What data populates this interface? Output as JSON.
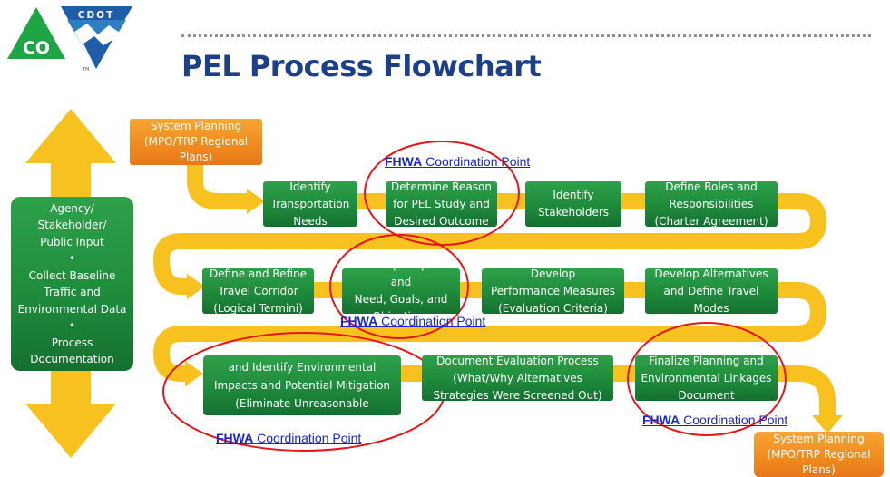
{
  "logo": {
    "brand": "CDOT",
    "mark": "CO",
    "tm": "TM"
  },
  "title": "PEL Process Flowchart",
  "side_box": "Agency/\nStakeholder/\nPublic Input\n•\nCollect Baseline\nTraffic and\nEnvironmental Data\n•\nProcess\nDocumentation",
  "start_box": "System Planning\n(MPO/TRP Regional\nPlans)",
  "end_box": "System Planning\n(MPO/TRP Regional\nPlans)",
  "steps": [
    "Identify\nTransportation\nNeeds",
    "Determine Reason\nfor PEL Study and\nDesired Outcome",
    "Identify\nStakeholders",
    "Define Roles and\nResponsibilities\n(Charter Agreement)",
    "Define and Refine\nTravel Corridor\n(Logical Termini)",
    "Develop Purpose and\nNeed, Goals, and\nObjectives",
    "Develop\nPerformance Measures\n(Evaluation Criteria)",
    "Develop Alternatives\nand Define Travel\nModes",
    "and Identify Environmental\nImpacts and Potential Mitigation\n(Eliminate Unreasonable",
    "Document Evaluation Process\n(What/Why Alternatives\nStrategies Were Screened Out)",
    "Finalize Planning and\nEnvironmental Linkages\nDocument"
  ],
  "coordination": {
    "agency": "FHWA",
    "text": " Coordination Point"
  },
  "colors": {
    "title": "#1c3f8a",
    "green": "#1e8a3b",
    "orange": "#f08a1d",
    "arrow": "#f7c21f",
    "circle": "#e3171b",
    "link": "#1a25cc"
  }
}
